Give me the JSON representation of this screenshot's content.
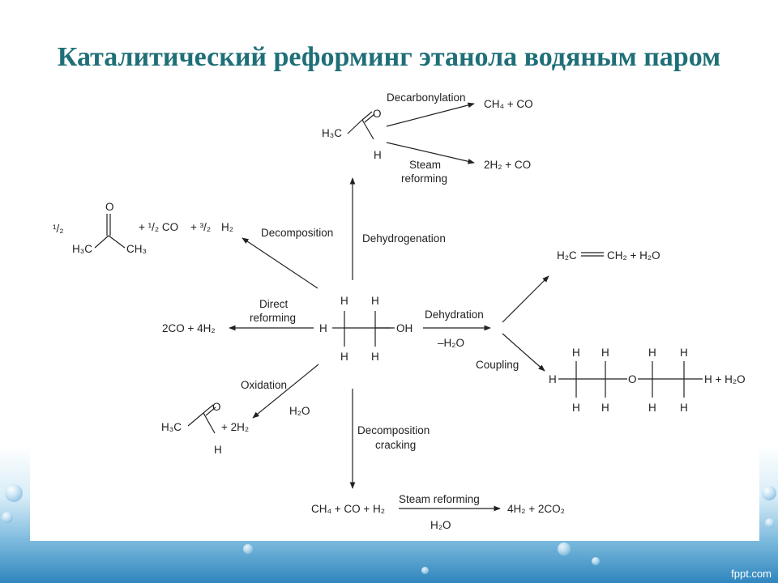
{
  "slide": {
    "title": "Каталитический реформинг этанола водяным паром",
    "footer_brand": "fppt.com"
  },
  "diagram": {
    "center": {
      "atoms": {
        "H": "H",
        "OH": "OH"
      }
    },
    "top": {
      "pathway": "Dehydrogenation",
      "product": {
        "h3c": "H₃C",
        "o": "O",
        "h": "H"
      },
      "branches": [
        {
          "label": "Decarbonylation",
          "product": "CH₄ + CO"
        },
        {
          "label_line1": "Steam",
          "label_line2": "reforming",
          "product": "2H₂ + CO"
        }
      ]
    },
    "decomposition": {
      "label": "Decomposition",
      "product": {
        "coef": "¹/₂",
        "o": "O",
        "h3c": "H₃C",
        "ch3": "CH₃",
        "rest_a": "+ ¹/₂ CO",
        "rest_b": "+ ³/₂",
        "h2": "H₂"
      }
    },
    "direct_reforming": {
      "label_line1": "Direct",
      "label_line2": "reforming",
      "product": "2CO + 4H₂"
    },
    "oxidation": {
      "label": "Oxidation",
      "reagent": "H₂O",
      "product": {
        "h3c": "H₃C",
        "o": "O",
        "h": "H",
        "plus": "+ 2H₂"
      }
    },
    "dehydration": {
      "label": "Dehydration",
      "loss": "–H₂O",
      "ethylene": {
        "h2c": "H₂C",
        "rest": "CH₂ + H₂O"
      }
    },
    "coupling": {
      "label": "Coupling",
      "ether": {
        "h": "H",
        "o": "O",
        "tail": "H + H₂O"
      }
    },
    "cracking": {
      "label_line1": "Decomposition",
      "label_line2": "cracking",
      "product": "CH₄ + CO + H₂",
      "steam_label": "Steam reforming",
      "reagent": "H₂O",
      "final": "4H₂ + 2CO₂"
    },
    "colors": {
      "title": "#1f6f78",
      "ink": "#222222",
      "water": "#2f86bd"
    }
  }
}
